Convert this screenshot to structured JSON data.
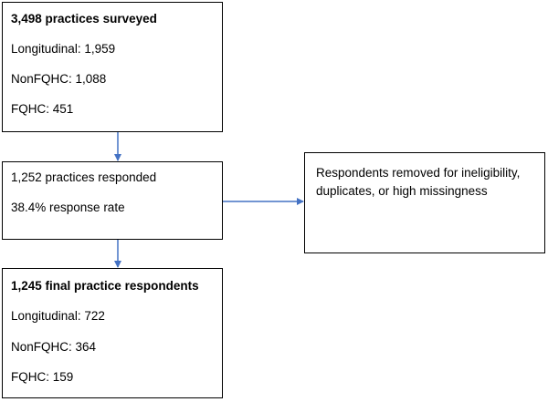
{
  "boxes": {
    "surveyed": {
      "title": "3,498  practices surveyed",
      "lines": [
        "Longitudinal: 1,959",
        "NonFQHC: 1,088",
        "FQHC: 451"
      ]
    },
    "responded": {
      "lines": [
        "1,252  practices responded",
        "38.4%  response rate"
      ]
    },
    "removed": {
      "text": "Respondents removed for ineligibility, duplicates,  or high missingness"
    },
    "final": {
      "title": "1,245  final practice respondents",
      "lines": [
        "Longitudinal: 722",
        "NonFQHC: 364",
        "FQHC: 159"
      ]
    }
  },
  "colors": {
    "box_border": "#000000",
    "arrow": "#4472c4"
  }
}
